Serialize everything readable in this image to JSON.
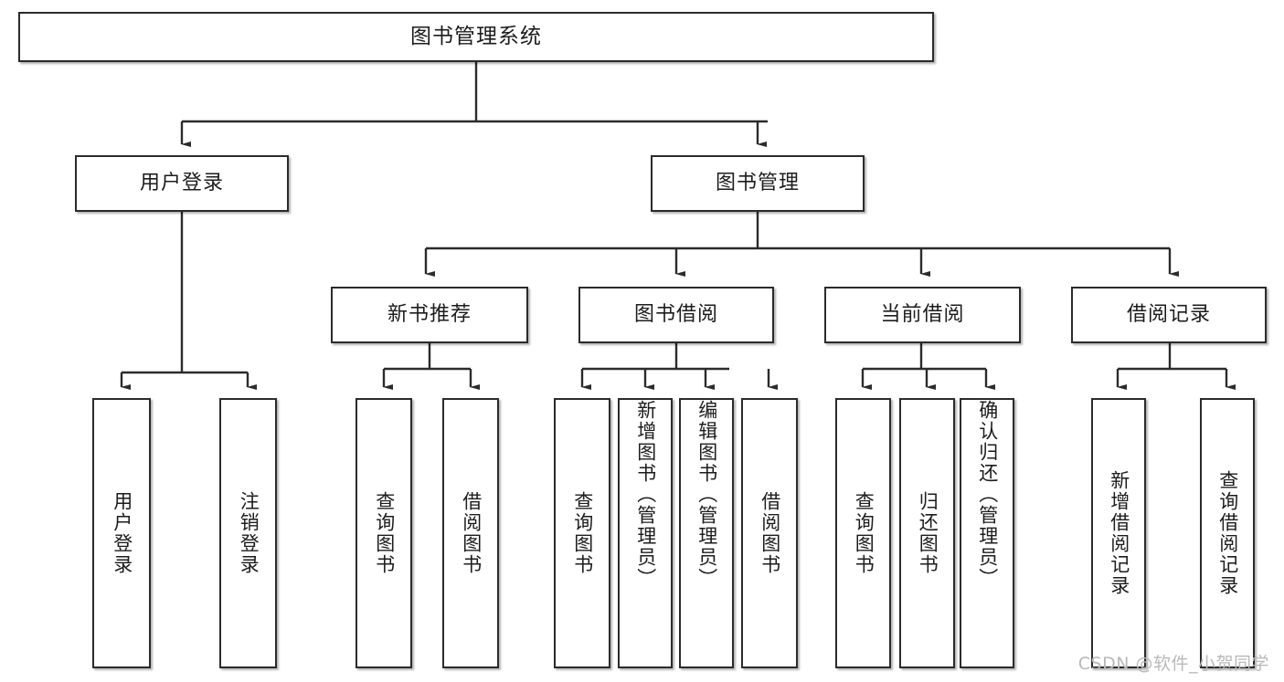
{
  "diagram": {
    "title": "图书管理系统",
    "type": "tree",
    "watermark": "CSDN @软件_小贺同学",
    "colors": {
      "box_border": "#2b2b2b",
      "box_fill": "#ffffff",
      "connector": "#2b2b2b",
      "text": "#1c1c1c",
      "watermark": "#b9b9b9"
    },
    "nodes": {
      "root": {
        "label": "图书管理系统"
      },
      "level2": [
        {
          "id": "user-login",
          "label": "用户登录"
        },
        {
          "id": "book-management",
          "label": "图书管理"
        }
      ],
      "level3": [
        {
          "id": "new-book-recommend",
          "label": "新书推荐"
        },
        {
          "id": "book-borrow",
          "label": "图书借阅"
        },
        {
          "id": "current-borrow",
          "label": "当前借阅"
        },
        {
          "id": "borrow-record",
          "label": "借阅记录"
        }
      ],
      "leaves": {
        "user_login": [
          {
            "id": "leaf-user-login",
            "label": "用户登录"
          },
          {
            "id": "leaf-user-logout",
            "label": "注销登录"
          }
        ],
        "new_book_recommend": [
          {
            "id": "leaf-query-book-1",
            "label": "查询图书"
          },
          {
            "id": "leaf-borrow-book-1",
            "label": "借阅图书"
          }
        ],
        "book_borrow": [
          {
            "id": "leaf-query-book-2",
            "label": "查询图书"
          },
          {
            "id": "leaf-add-book",
            "label": "新增图书（管理员）"
          },
          {
            "id": "leaf-edit-book",
            "label": "编辑图书（管理员）"
          },
          {
            "id": "leaf-borrow-book-2",
            "label": "借阅图书"
          }
        ],
        "current_borrow": [
          {
            "id": "leaf-query-book-3",
            "label": "查询图书"
          },
          {
            "id": "leaf-return-book",
            "label": "归还图书"
          },
          {
            "id": "leaf-confirm-return",
            "label": "确认归还（管理员）"
          }
        ],
        "borrow_record": [
          {
            "id": "leaf-add-record",
            "label": "新增借阅记录"
          },
          {
            "id": "leaf-query-record",
            "label": "查询借阅记录"
          }
        ]
      }
    },
    "edges": [
      {
        "from": "图书管理系统",
        "to": "用户登录"
      },
      {
        "from": "图书管理系统",
        "to": "图书管理"
      },
      {
        "from": "用户登录",
        "to": "用户登录"
      },
      {
        "from": "用户登录",
        "to": "注销登录"
      },
      {
        "from": "图书管理",
        "to": "新书推荐"
      },
      {
        "from": "图书管理",
        "to": "图书借阅"
      },
      {
        "from": "图书管理",
        "to": "当前借阅"
      },
      {
        "from": "图书管理",
        "to": "借阅记录"
      },
      {
        "from": "新书推荐",
        "to": "查询图书"
      },
      {
        "from": "新书推荐",
        "to": "借阅图书"
      },
      {
        "from": "图书借阅",
        "to": "查询图书"
      },
      {
        "from": "图书借阅",
        "to": "新增图书（管理员）"
      },
      {
        "from": "图书借阅",
        "to": "编辑图书（管理员）"
      },
      {
        "from": "图书借阅",
        "to": "借阅图书"
      },
      {
        "from": "当前借阅",
        "to": "查询图书"
      },
      {
        "from": "当前借阅",
        "to": "归还图书"
      },
      {
        "from": "当前借阅",
        "to": "确认归还（管理员）"
      },
      {
        "from": "借阅记录",
        "to": "新增借阅记录"
      },
      {
        "from": "借阅记录",
        "to": "查询借阅记录"
      }
    ]
  }
}
